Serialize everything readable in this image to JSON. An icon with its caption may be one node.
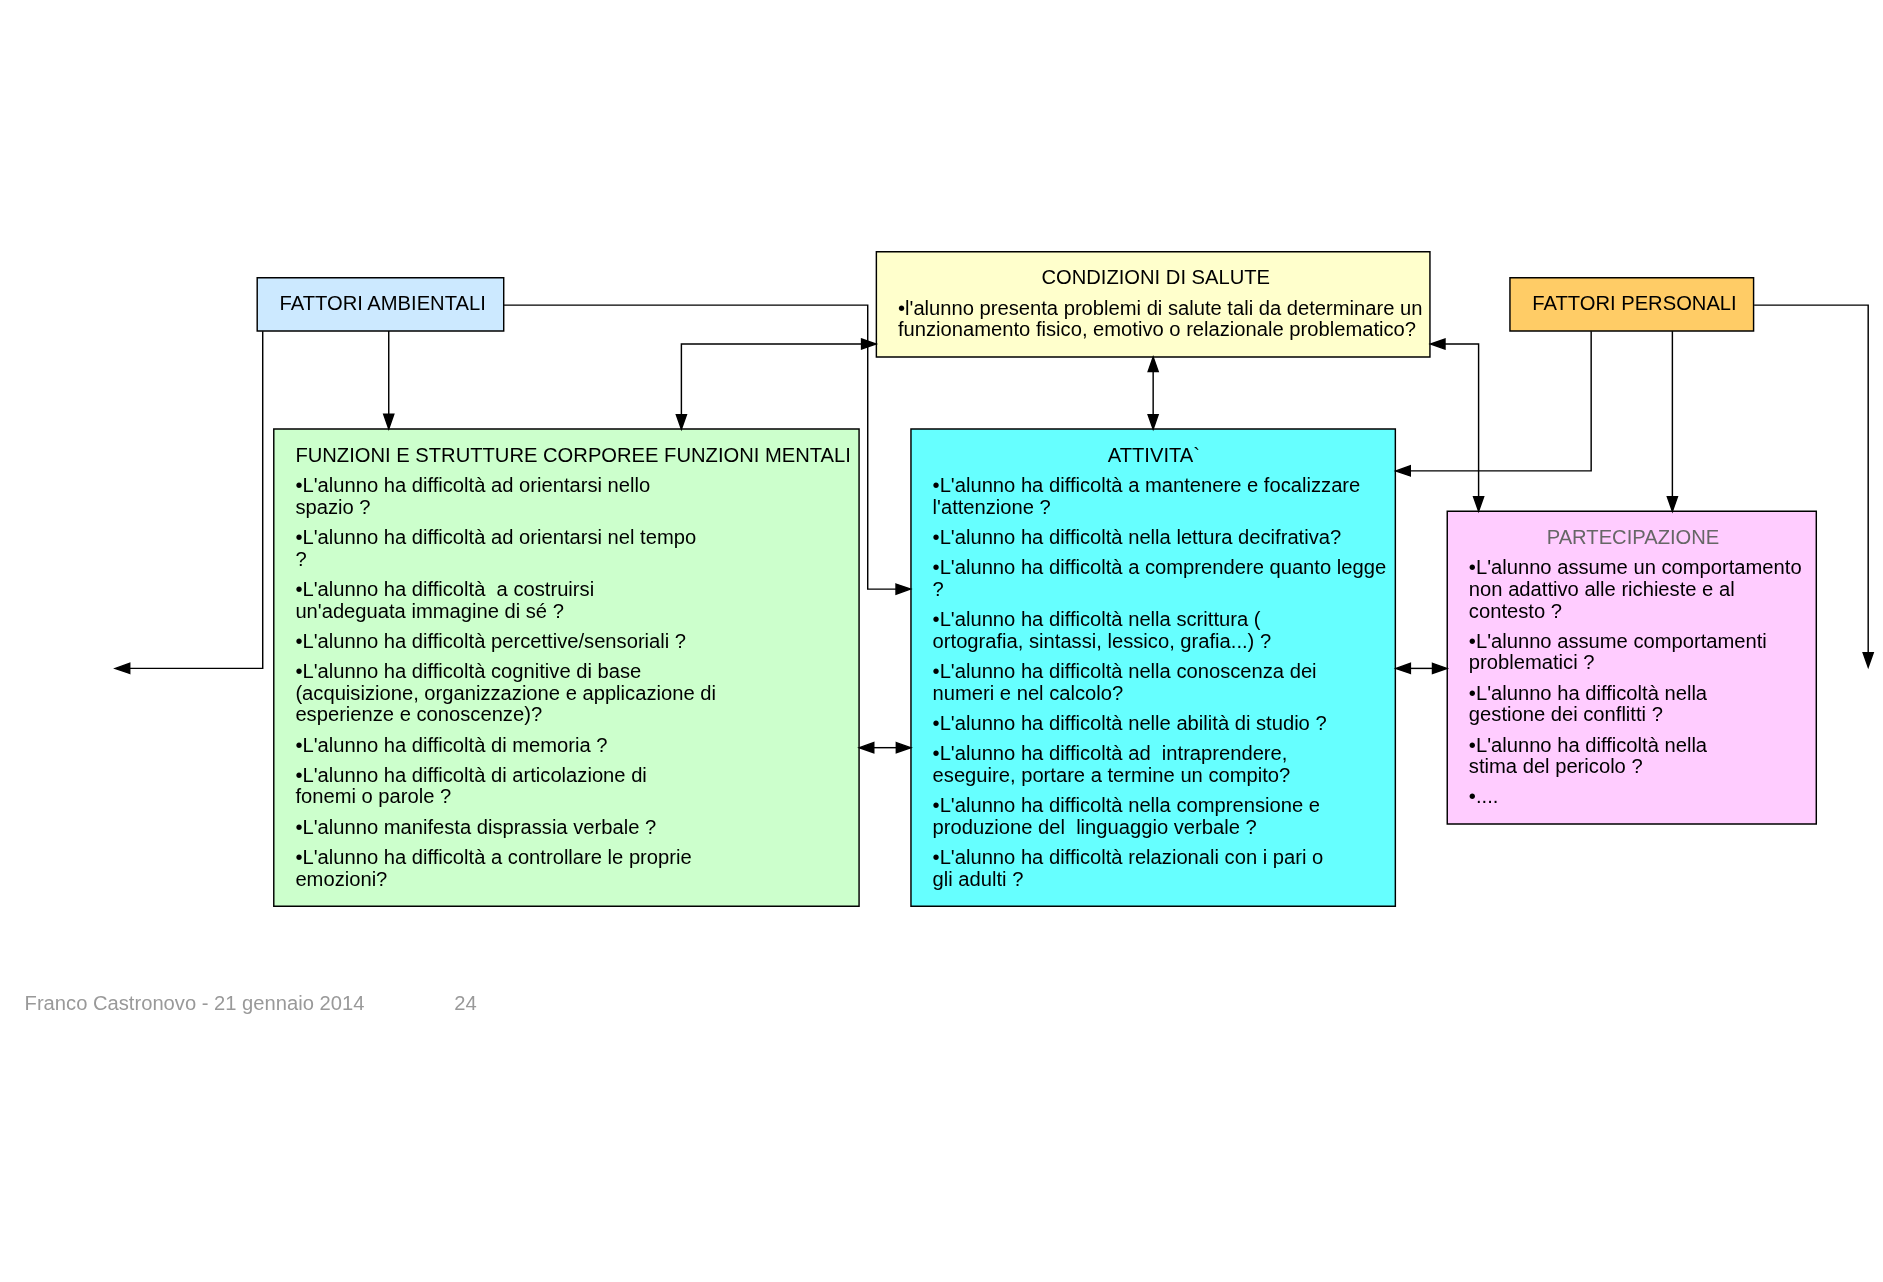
{
  "diagram": {
    "nodes": [
      {
        "text": [
          "CONDIZIONI DI SALUTE",
          "•l'alunno presenta problemi di salute tali da determinare un funzionamento fisico, emotivo o relazionale problematico?"
        ]
      },
      {
        "text": [
          "FUNZIONI E STRUTTURE CORPOREE FUNZIONI MENTALI",
          "•L'alunno ha difficoltà ad orientarsi nello spazio ?",
          "•L'alunno ha difficoltà ad orientarsi nel tempo ?",
          "•L'alunno ha difficoltà  a costruirsi un'adeguata immagine di sé ?",
          "•L'alunno ha difficoltà percettive/sensoriali ?",
          "•L'alunno ha difficoltà cognitive di base (acquisizione, organizzazione e applicazione di esperienze e conoscenze)?",
          "•L'alunno ha difficoltà di memoria ?",
          "•L'alunno ha difficoltà di articolazione di fonemi o parole ?",
          "•L'alunno manifesta disprassia verbale ?",
          "•L'alunno ha difficoltà a controllare le proprie emozioni?"
        ]
      },
      {
        "text": [
          "ATTIVITA`",
          "•L'alunno ha difficoltà a mantenere e focalizzare l'attenzione ?",
          "•L'alunno ha difficoltà nella lettura decifrativa?",
          "•L'alunno ha difficoltà a comprendere quanto legge ?",
          "•L'alunno ha difficoltà nella scrittura ( ortografia, sintassi, lessico, grafia...) ?",
          "•L'alunno ha difficoltà nella conoscenza dei numeri e nel calcolo?",
          "•L'alunno ha difficoltà nelle abilità di studio ?",
          "•L'alunno ha difficoltà ad  intraprendere, eseguire, portare a termine un compito?",
          "•L'alunno ha difficoltà nella comprensione e produzione del  linguaggio verbale ?",
          "•L'alunno ha difficoltà relazionali con i pari o gli adulti ?"
        ]
      },
      {
        "text": [
          "PARTECIPAZIONE",
          "•L'alunno assume un comportamento  non adattivo alle richieste e al contesto ?",
          "•L'alunno assume comportamenti problematici ?",
          "•L'alunno ha difficoltà nella gestione dei conflitti ?",
          "•L'alunno ha difficoltà nella stima del pericolo ?",
          "•...."
        ]
      },
      {
        "text": [
          "FATTORI AMBIENTALI"
        ]
      },
      {
        "text": [
          "FATTORI PERSONALI"
        ]
      }
    ],
    "edges": [
      {
        "from": 0,
        "to": 1,
        "arrow": "both"
      },
      {
        "from": 0,
        "to": 2,
        "arrow": "both"
      },
      {
        "from": 0,
        "to": 3,
        "arrow": "both"
      },
      {
        "from": 1,
        "to": 2,
        "arrow": "both"
      },
      {
        "from": 2,
        "to": 3,
        "arrow": "both"
      },
      {
        "from": 4,
        "to": 1,
        "arrow": "to"
      },
      {
        "from": 4,
        "to": 2,
        "arrow": "to"
      },
      {
        "from": 5,
        "to": 2,
        "arrow": "to"
      },
      {
        "from": 5,
        "to": 3,
        "arrow": "to"
      },
      {
        "from": 4,
        "to": null,
        "arrow": "to"
      },
      {
        "from": 5,
        "to": null,
        "arrow": "to"
      }
    ],
    "labels": [
      "Franco Castronovo - 21 gennaio 2014",
      "24"
    ]
  }
}
